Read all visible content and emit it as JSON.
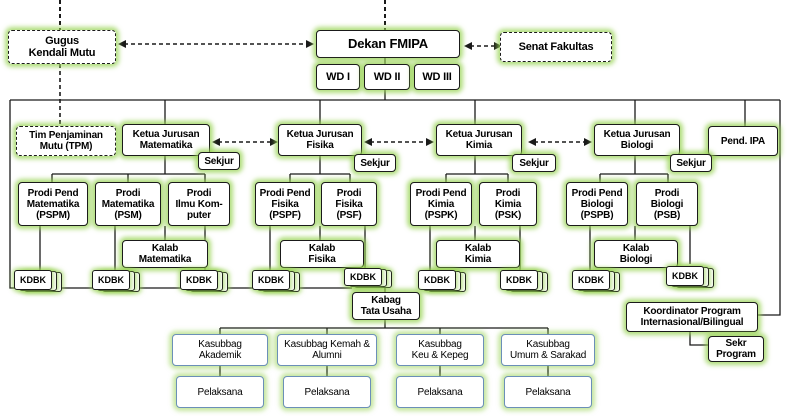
{
  "top": {
    "dekan": "Dekan FMIPA",
    "gugus": "Gugus\nKendali Mutu",
    "senat": "Senat Fakultas",
    "wd1": "WD I",
    "wd2": "WD II",
    "wd3": "WD III"
  },
  "tpm": "Tim Penjaminan\nMutu (TPM)",
  "pend_ipa": "Pend. IPA",
  "jurusan": [
    {
      "ketua": "Ketua Jurusan\nMatematika",
      "sekjur": "Sekjur",
      "prodi": [
        "Prodi Pend\nMatematika\n(PSPM)",
        "Prodi\nMatematika\n(PSM)",
        "Prodi\nIlmu Kom-\nputer"
      ],
      "kalab": "Kalab\nMatematika"
    },
    {
      "ketua": "Ketua Jurusan\nFisika",
      "sekjur": "Sekjur",
      "prodi": [
        "Prodi Pend\nFisika\n(PSPF)",
        "Prodi\nFisika\n(PSF)"
      ],
      "kalab": "Kalab\nFisika"
    },
    {
      "ketua": "Ketua Jurusan\nKimia",
      "sekjur": "Sekjur",
      "prodi": [
        "Prodi Pend\nKimia\n(PSPK)",
        "Prodi\nKimia\n(PSK)"
      ],
      "kalab": "Kalab\nKimia"
    },
    {
      "ketua": "Ketua Jurusan\nBiologi",
      "sekjur": "Sekjur",
      "prodi": [
        "Prodi Pend\nBiologi\n(PSPB)",
        "Prodi\nBiologi\n(PSB)"
      ],
      "kalab": "Kalab\nBiologi"
    }
  ],
  "kdbk": "KDBK",
  "kabag": "Kabag\nTata Usaha",
  "kasubbag": [
    "Kasubbag\nAkademik",
    "Kasubbag Kemah &\nAlumni",
    "Kasubbag\nKeu & Kepeg",
    "Kasubbag\nUmum & Sarakad"
  ],
  "pelaksana": "Pelaksana",
  "koordinator": "Koordinator Program\nInternasional/Bilingual",
  "sekr": "Sekr\nProgram"
}
